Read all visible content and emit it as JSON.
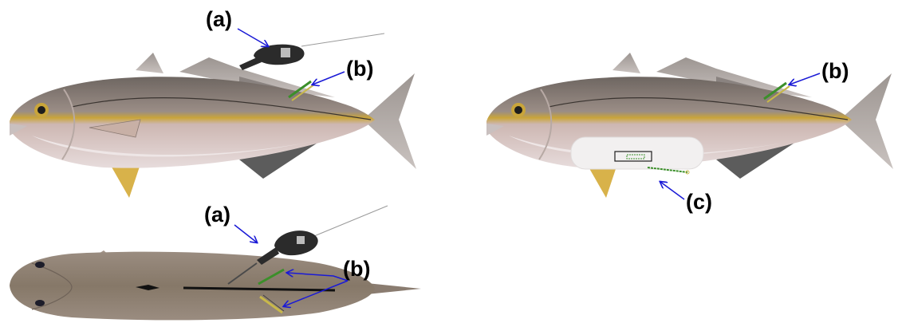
{
  "labels": {
    "a": "(a)",
    "b": "(b)",
    "c": "(c)"
  },
  "colors": {
    "arrow": "#1a1ad6",
    "fish_back": "#7f7670",
    "fish_belly": "#d9c9c6",
    "lateral_stripe": "#c9a53a",
    "fin_yellow": "#d8b24a",
    "fin_dark": "#5c5c5c",
    "tag_device": "#2b2b2b",
    "tag_green": "#3b8f2a",
    "tag_yellow": "#c8b84a",
    "top_view_body": "#8a7c70"
  },
  "icons": {
    "dart_tag_applicator": "tag-applicator-icon",
    "external_tag": "external-tag-icon",
    "internal_tag": "internal-tag-icon"
  }
}
